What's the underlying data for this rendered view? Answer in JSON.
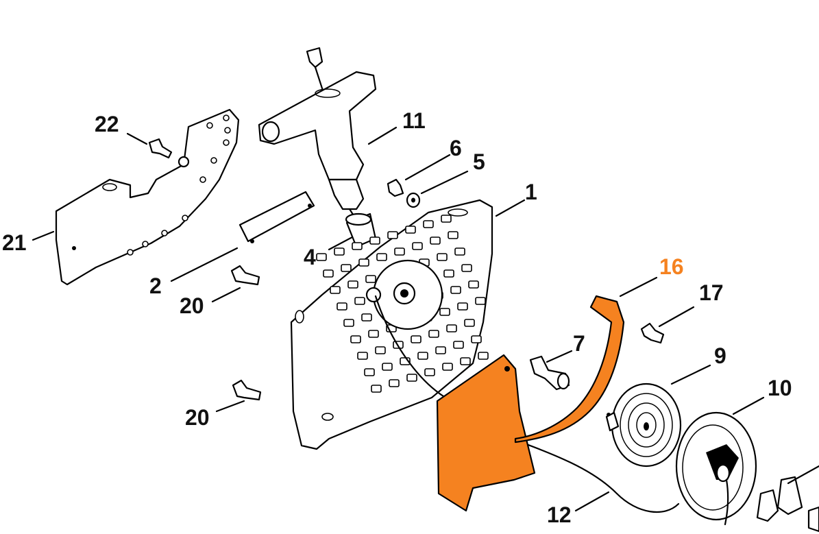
{
  "highlight_color": "#F58220",
  "callouts": {
    "c1": "1",
    "c2": "2",
    "c4": "4",
    "c5": "5",
    "c6": "6",
    "c7": "7",
    "c9": "9",
    "c10": "10",
    "c11": "11",
    "c12": "12",
    "c16": "16",
    "c17": "17",
    "c20a": "20",
    "c20b": "20",
    "c21": "21",
    "c22": "22"
  }
}
